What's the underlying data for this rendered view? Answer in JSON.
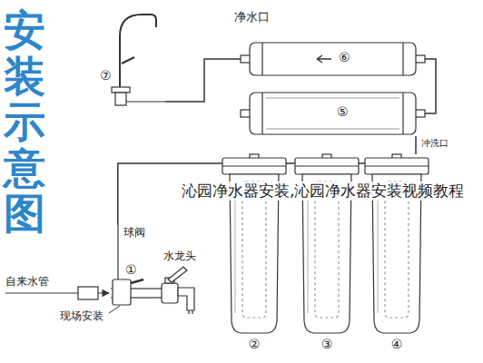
{
  "diagram": {
    "nodes": [
      {
        "text": [
          "⑦"
        ]
      },
      {
        "text": [
          "⑥"
        ]
      },
      {
        "text": [
          "⑤"
        ]
      },
      {
        "text": [
          "②"
        ]
      },
      {
        "text": [
          "③"
        ]
      },
      {
        "text": [
          "④"
        ]
      },
      {
        "text": [
          "①",
          "球阀"
        ]
      }
    ],
    "edges": [
      {
        "from": 6,
        "to": 3,
        "arrow": "none"
      },
      {
        "from": 3,
        "to": 4,
        "arrow": "none"
      },
      {
        "from": 4,
        "to": 5,
        "arrow": "none"
      },
      {
        "from": 5,
        "to": 2,
        "arrow": "none"
      },
      {
        "from": 2,
        "to": 1,
        "arrow": "none"
      },
      {
        "from": 1,
        "to": 0,
        "arrow": "none"
      }
    ],
    "labels": [
      "安装示意图",
      "净水口",
      "冲洗口",
      "水龙头",
      "自来水管",
      "现场安装",
      "沁园净水器安装,沁园净水器安装视频教程"
    ]
  }
}
